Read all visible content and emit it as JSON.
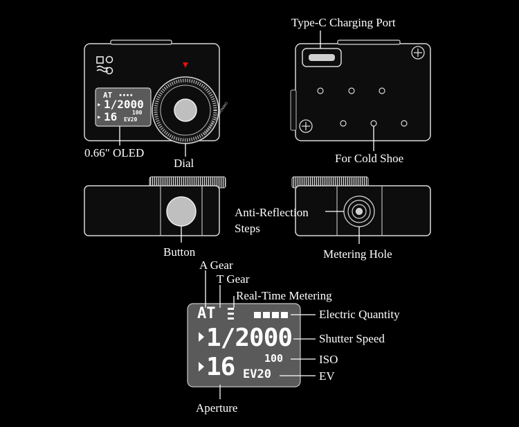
{
  "labels": {
    "type_c_port": "Type-C Charging Port",
    "oled": "0.66\" OLED",
    "dial": "Dial",
    "cold_shoe": "For Cold Shoe",
    "anti_reflection_1": "Anti-Reflection",
    "anti_reflection_2": "Steps",
    "button": "Button",
    "metering_hole": "Metering Hole",
    "a_gear": "A Gear",
    "t_gear": "T Gear",
    "realtime_metering": "Real-Time Metering",
    "electric_quantity": "Electric Quantity",
    "shutter_speed": "Shutter Speed",
    "iso": "ISO",
    "ev": "EV",
    "aperture": "Aperture"
  },
  "display": {
    "mode": "AT",
    "shutter": "1/2000",
    "aperture": "16",
    "iso": "100",
    "ev": "EV20"
  },
  "dial_text": "Designed by SOONWO",
  "colors": {
    "background": "#000000",
    "outline": "#d8d8d8",
    "screen_bg": "#5a5a5a",
    "indicator": "#e01010"
  }
}
